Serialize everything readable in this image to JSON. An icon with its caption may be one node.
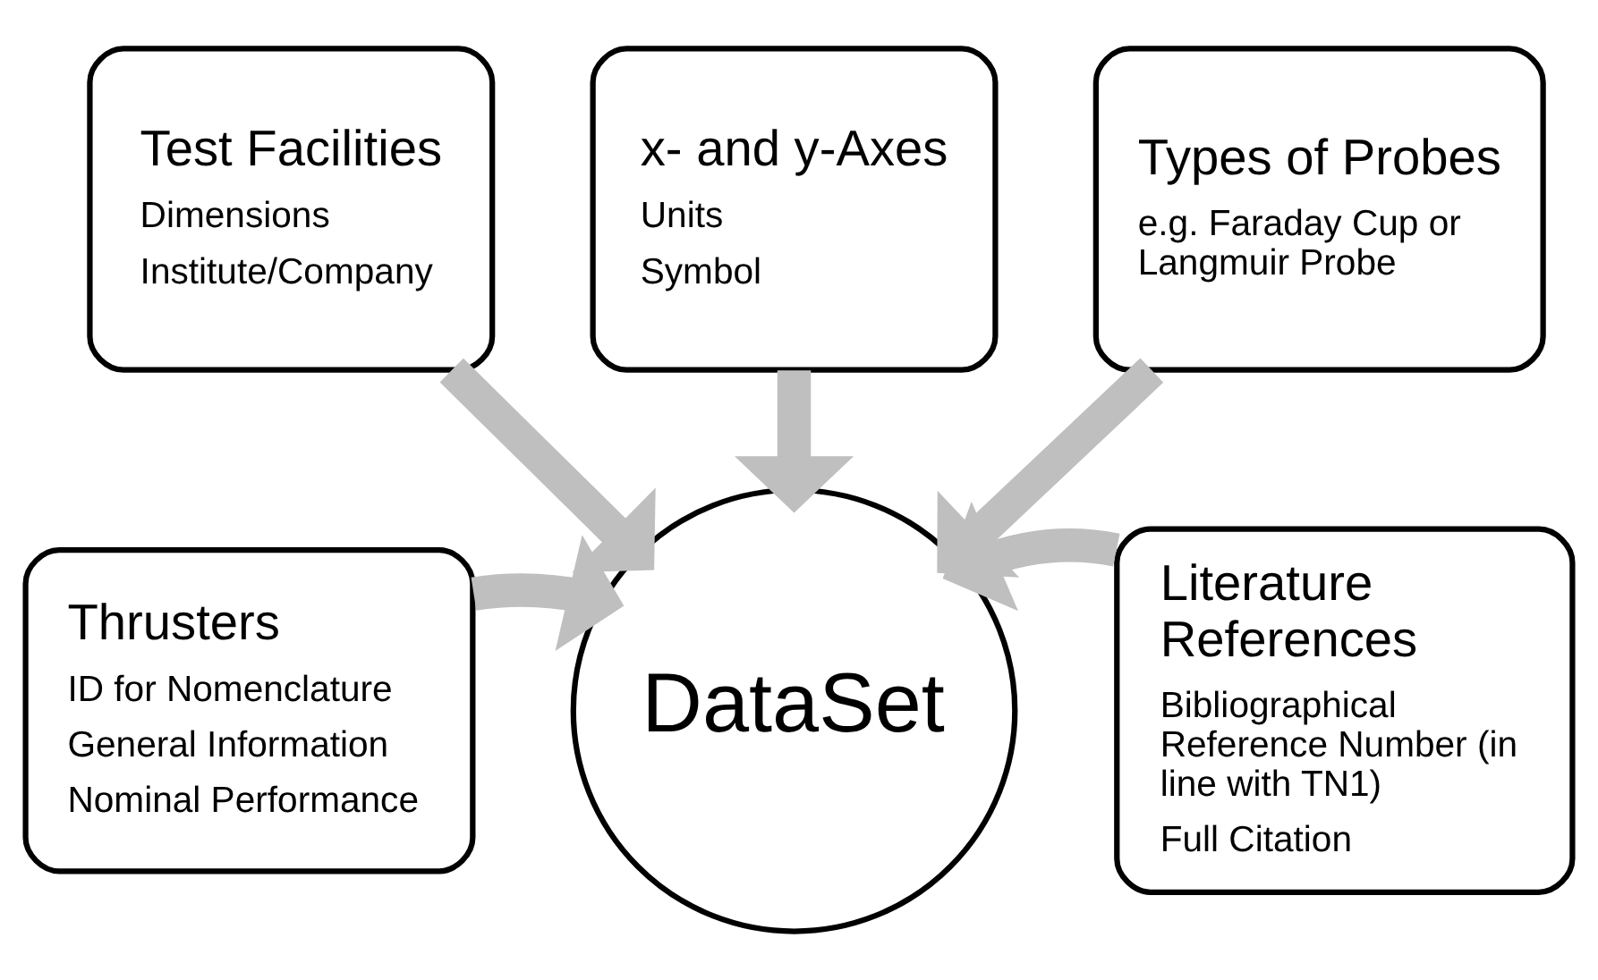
{
  "diagram": {
    "nodes": [
      {
        "text": [
          "Thrusters",
          "ID for Nomenclature",
          "General Information",
          "Nominal Performance"
        ]
      },
      {
        "text": [
          "Test Facilities",
          "Dimensions",
          "Institute/Company"
        ]
      },
      {
        "text": [
          "x- and y-Axes",
          "Units",
          "Symbol"
        ]
      },
      {
        "text": [
          "Types of Probes",
          "e.g. Faraday Cup or Langmuir Probe"
        ]
      },
      {
        "text": [
          "Literature References",
          "Bibliographical Reference Number (in line with TN1)",
          "Full Citation"
        ]
      },
      {
        "text": [
          "DataSet"
        ]
      }
    ],
    "edges": [
      {
        "from": 0,
        "to": 5,
        "arrow": "to"
      },
      {
        "from": 1,
        "to": 5,
        "arrow": "to"
      },
      {
        "from": 2,
        "to": 5,
        "arrow": "to"
      },
      {
        "from": 3,
        "to": 5,
        "arrow": "to"
      },
      {
        "from": 4,
        "to": 5,
        "arrow": "to"
      }
    ]
  }
}
